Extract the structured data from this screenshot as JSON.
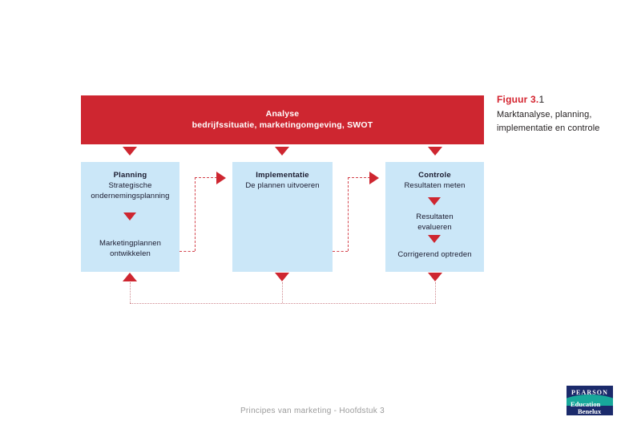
{
  "figure": {
    "label_prefix": "Figuur 3.",
    "label_number": "1",
    "caption": "Marktanalyse, planning, implementatie en controle"
  },
  "colors": {
    "banner_red": "#CE2630",
    "stage_blue": "#CBE7F8",
    "arrow_red": "#CE2630",
    "caption_red": "#D4242F",
    "logo_navy": "#1B2A6B",
    "logo_teal": "#18A89B"
  },
  "banner": {
    "title": "Analyse",
    "subtitle": "bedrijfssituatie, marketingomgeving, SWOT"
  },
  "stages": [
    {
      "title": "Planning",
      "subtitle": "Strategische",
      "subtitle2": "ondernemingsplanning",
      "step1_line1": "Marketingplannen",
      "step1_line2": "ontwikkelen"
    },
    {
      "title": "Implementatie",
      "subtitle": "De plannen uitvoeren"
    },
    {
      "title": "Controle",
      "subtitle": "Resultaten meten",
      "step1_line1": "Resultaten",
      "step1_line2": "evalueren",
      "step2_line1": "Corrigerend optreden"
    }
  ],
  "icons": {
    "down_arrow": "triangle-down-icon",
    "up_arrow": "triangle-up-icon",
    "right_arrow": "triangle-right-icon"
  },
  "footer": {
    "text": "Principes van marketing - Hoofdstuk 3"
  },
  "logo": {
    "brand": "PEARSON",
    "line1": "Education",
    "line2": "Benelux"
  }
}
